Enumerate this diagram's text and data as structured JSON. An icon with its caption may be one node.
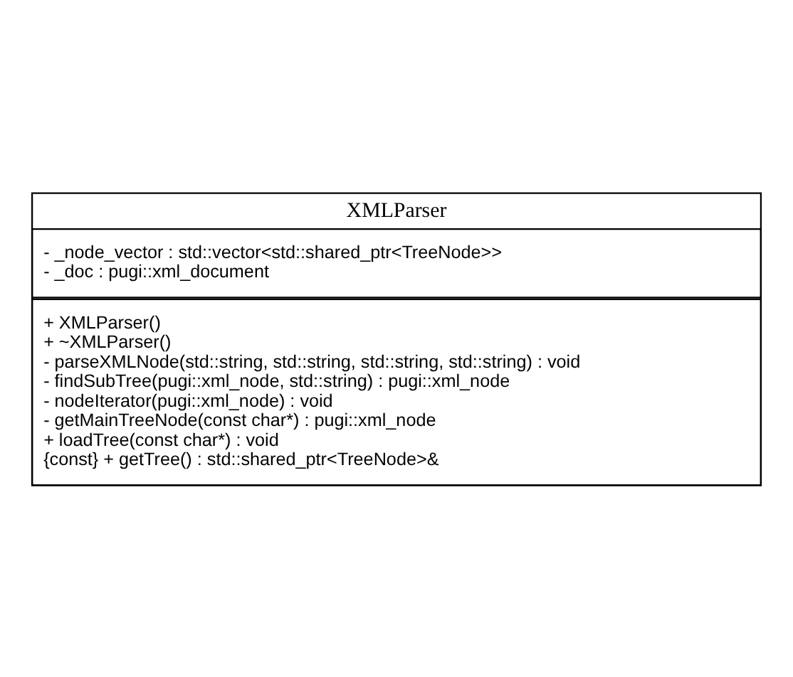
{
  "diagram": {
    "nodes": [
      {
        "text": [
          "XMLParser"
        ]
      },
      {
        "text": [
          "- _node_vector : std::vector<std::shared_ptr<TreeNode>>",
          "- _doc : pugi::xml_document"
        ],
        "in": 0
      },
      {
        "text": [
          "+ XMLParser()",
          "+ ~XMLParser()",
          "- parseXMLNode(std::string, std::string, std::string, std::string) : void",
          "- findSubTree(pugi::xml_node, std::string) : pugi::xml_node",
          "- nodeIterator(pugi::xml_node) : void",
          "- getMainTreeNode(const char*) : pugi::xml_node",
          "+ loadTree(const char*) : void",
          "{const} + getTree() : std::shared_ptr<TreeNode>&"
        ],
        "in": 0
      }
    ],
    "edges": []
  }
}
